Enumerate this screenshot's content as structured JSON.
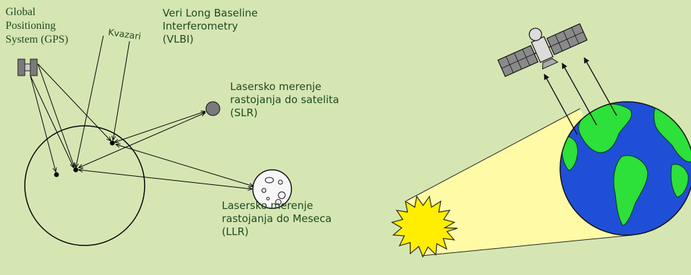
{
  "labels": {
    "gps": [
      "Global",
      "Positioning",
      "System (GPS)"
    ],
    "kvazari": "Kvazari",
    "vlbi": [
      "Veri Long Baseline",
      "Interferometry",
      "(VLBI)"
    ],
    "slr": [
      "Lasersko merenje",
      "rastojanja do satelita",
      "(SLR)"
    ],
    "llr": [
      "Lasersko merenje",
      "rastojanja do Meseca",
      "(LLR)"
    ]
  },
  "colors": {
    "background": "#d5e6b3",
    "text": "#1f4a1f",
    "ocean": "#1f4fd6",
    "land": "#2de03a",
    "sun": "#ffee00",
    "beam": "#fffaa6",
    "moon": "#f7f7f7",
    "slr_satellite": "#7a7a7a"
  }
}
